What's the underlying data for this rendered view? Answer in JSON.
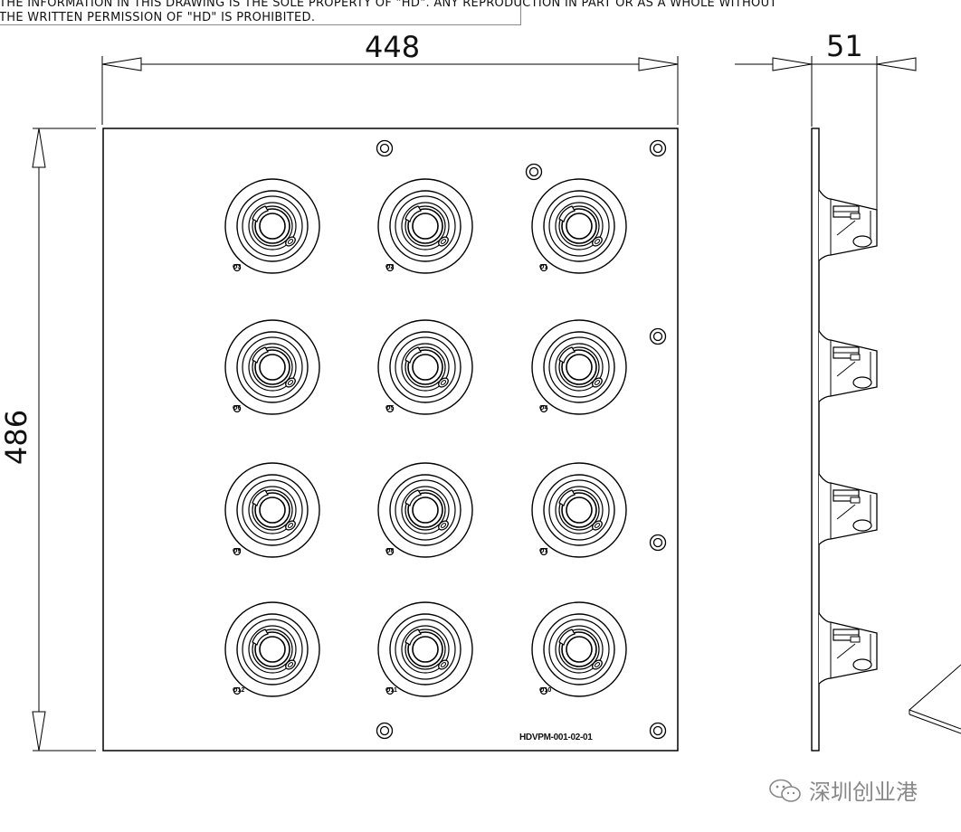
{
  "notice": {
    "line1": "THE INFORMATION IN THIS DRAWING IS THE SOLE PROPERTY OF \"HD\". ANY REPRODUCTION IN PART OR AS A WHOLE WITHOUT",
    "line2": "THE WRITTEN PERMISSION OF \"HD\" IS PROHIBITED."
  },
  "dimensions": {
    "width": "448",
    "height": "486",
    "depth": "51"
  },
  "part_number": "HDVPM-001-02-01",
  "watermark": {
    "text": "深圳创业港",
    "icon": "wechat-icon"
  },
  "ports": [
    {
      "label": "O3"
    },
    {
      "label": "O2"
    },
    {
      "label": "O1"
    },
    {
      "label": "O6"
    },
    {
      "label": "O5"
    },
    {
      "label": "O4"
    },
    {
      "label": "O9"
    },
    {
      "label": "O8"
    },
    {
      "label": "O7"
    },
    {
      "label": "O12"
    },
    {
      "label": "O11"
    },
    {
      "label": "O10"
    }
  ],
  "colors": {
    "line": "#000000",
    "watermark": "#888888"
  }
}
